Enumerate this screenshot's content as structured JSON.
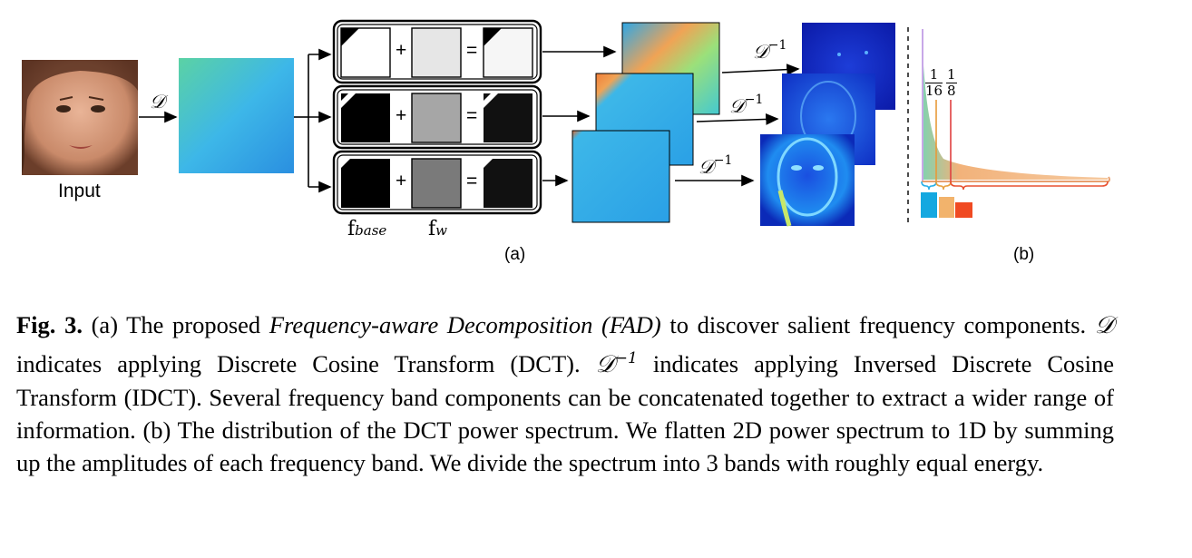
{
  "figure": {
    "input_label": "Input",
    "dct_symbol": "𝒟",
    "idct_symbol": "𝒟",
    "idct_exponent": "−1",
    "plus": "+",
    "equals": "=",
    "f_base_main": "f",
    "f_base_sub": "base",
    "f_w_main": "f",
    "f_w_sub": "w",
    "panel_a_label": "(a)",
    "panel_b_label": "(b)",
    "frac1_num": "1",
    "frac1_den": "16",
    "frac2_num": "1",
    "frac2_den": "8"
  },
  "caption": {
    "fig_label": "Fig. 3.",
    "t1": " (a) The proposed ",
    "emph1": "Frequency-aware Decomposition (FAD)",
    "t2": " to discover salient frequency components. ",
    "sym1": "𝒟",
    "t3": " indicates applying Discrete Cosine Transform (DCT). ",
    "sym2": "𝒟",
    "sym2_exp": "−1",
    "t4": " indicates applying Inversed Discrete Cosine Transform (IDCT). Several frequency band components can be concatenated together to extract a wider range of information. (b) The distribution of the DCT power spectrum. We flatten 2D power spectrum to 1D by summing up the amplitudes of each frequency band. We divide the spectrum into 3 bands with roughly equal energy."
  }
}
